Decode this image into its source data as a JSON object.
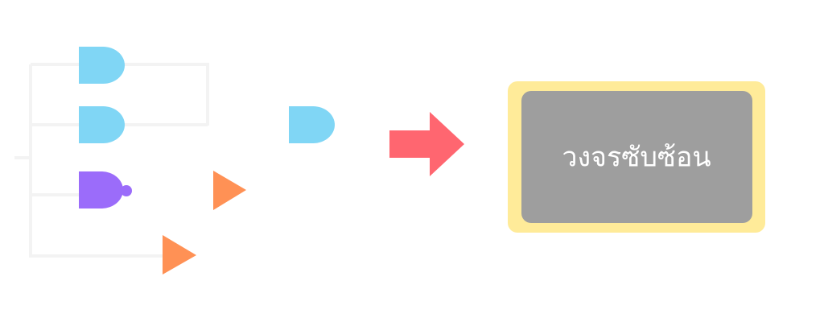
{
  "diagram": {
    "box": {
      "label": "วงจรซับซ้อน",
      "outer_color": "#FFEB99",
      "inner_color": "#9E9E9E",
      "text_color": "#FFFFFF"
    },
    "colors": {
      "and_gate": "#80D6F5",
      "nand_gate": "#9B6CFA",
      "buffer_gate": "#FF9155",
      "arrow": "#FF6670",
      "wire": "#F3F3F3"
    },
    "gates": [
      {
        "kind": "and-gate"
      },
      {
        "kind": "and-gate"
      },
      {
        "kind": "nand-gate"
      },
      {
        "kind": "and-gate"
      },
      {
        "kind": "buffer-gate"
      },
      {
        "kind": "buffer-gate"
      }
    ],
    "arrow": {
      "icon": "right-arrow-icon"
    }
  }
}
